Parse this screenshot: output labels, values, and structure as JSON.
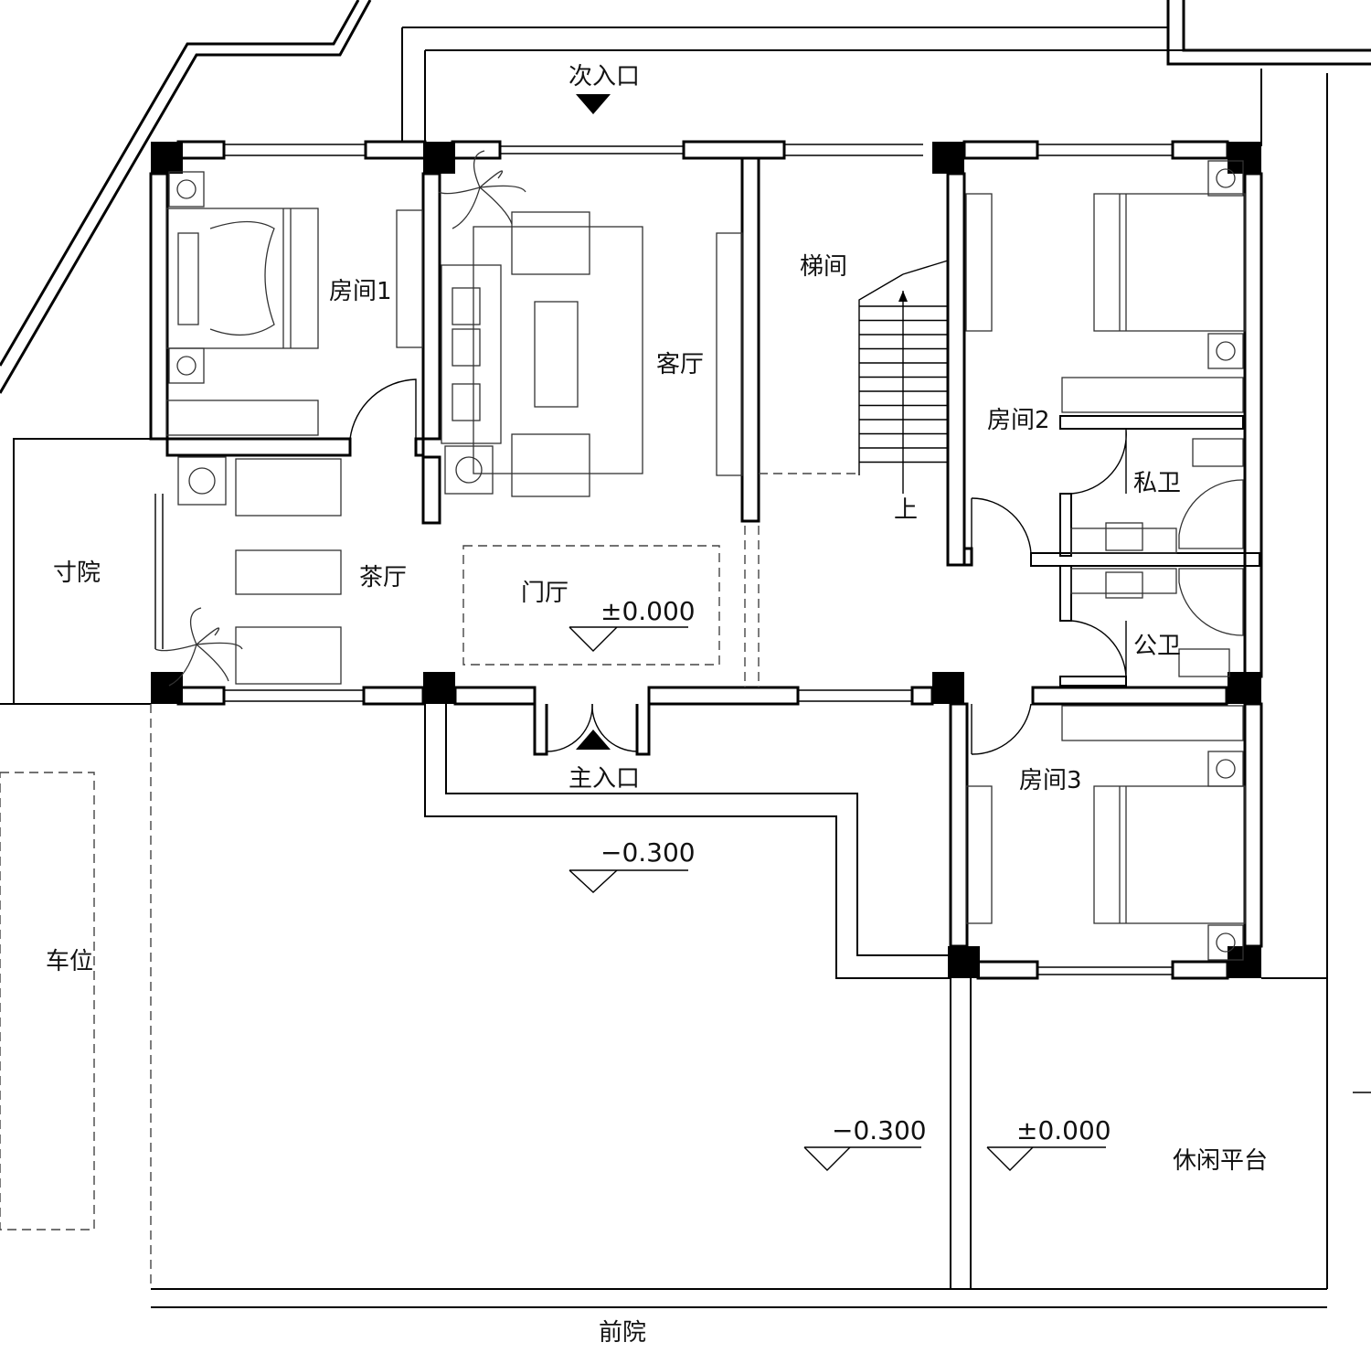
{
  "rooms": {
    "room1": "房间1",
    "room2": "房间2",
    "room3": "房间3",
    "living": "客厅",
    "stair": "梯间",
    "tea": "茶厅",
    "foyer": "门厅",
    "private_bath": "私卫",
    "public_bath": "公卫",
    "small_yard": "寸院",
    "parking": "车位",
    "leisure": "休闲平台",
    "front_yard": "前院"
  },
  "entrances": {
    "main": "主入口",
    "secondary": "次入口"
  },
  "stair_up": "上",
  "levels": {
    "foyer": "±0.000",
    "yard_a": "−0.300",
    "yard_b": "−0.300",
    "platform": "±0.000"
  }
}
